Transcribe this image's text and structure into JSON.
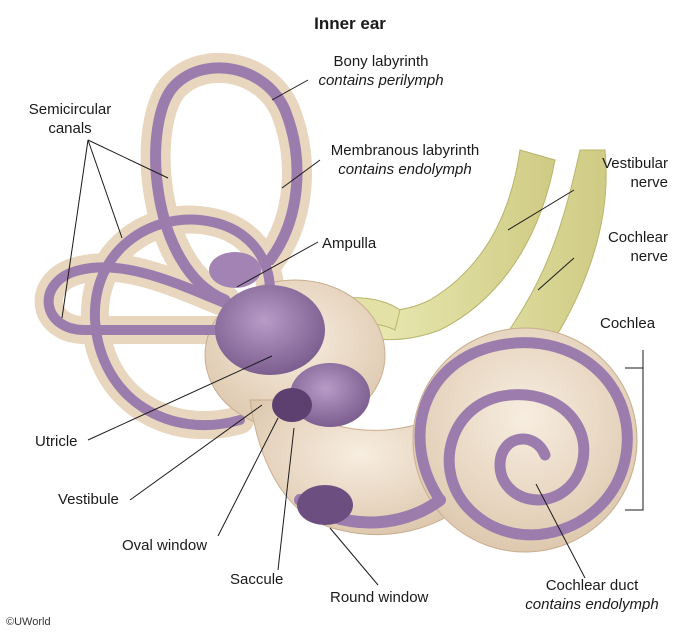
{
  "title": "Inner ear",
  "copyright": "©UWorld",
  "labels": {
    "bony_labyrinth": {
      "name": "Bony labyrinth",
      "note": "contains perilymph"
    },
    "membranous_labyrinth": {
      "name": "Membranous labyrinth",
      "note": "contains endolymph"
    },
    "semicircular_canals": {
      "line1": "Semicircular",
      "line2": "canals"
    },
    "vestibular_nerve": {
      "line1": "Vestibular",
      "line2": "nerve"
    },
    "cochlear_nerve": {
      "line1": "Cochlear",
      "line2": "nerve"
    },
    "ampulla": "Ampulla",
    "cochlea": "Cochlea",
    "utricle": "Utricle",
    "vestibule": "Vestibule",
    "oval_window": "Oval window",
    "saccule": "Saccule",
    "round_window": "Round window",
    "cochlear_duct": {
      "name": "Cochlear duct",
      "note": "contains endolymph"
    }
  },
  "colors": {
    "bone": "#ecdcc7",
    "bone_edge": "#c9ad90",
    "membrane": "#9c7cad",
    "membrane_dark": "#6c4f80",
    "nerve": "#dedd9c",
    "nerve_edge": "#b8b46c",
    "leader": "#1a1a1a"
  }
}
